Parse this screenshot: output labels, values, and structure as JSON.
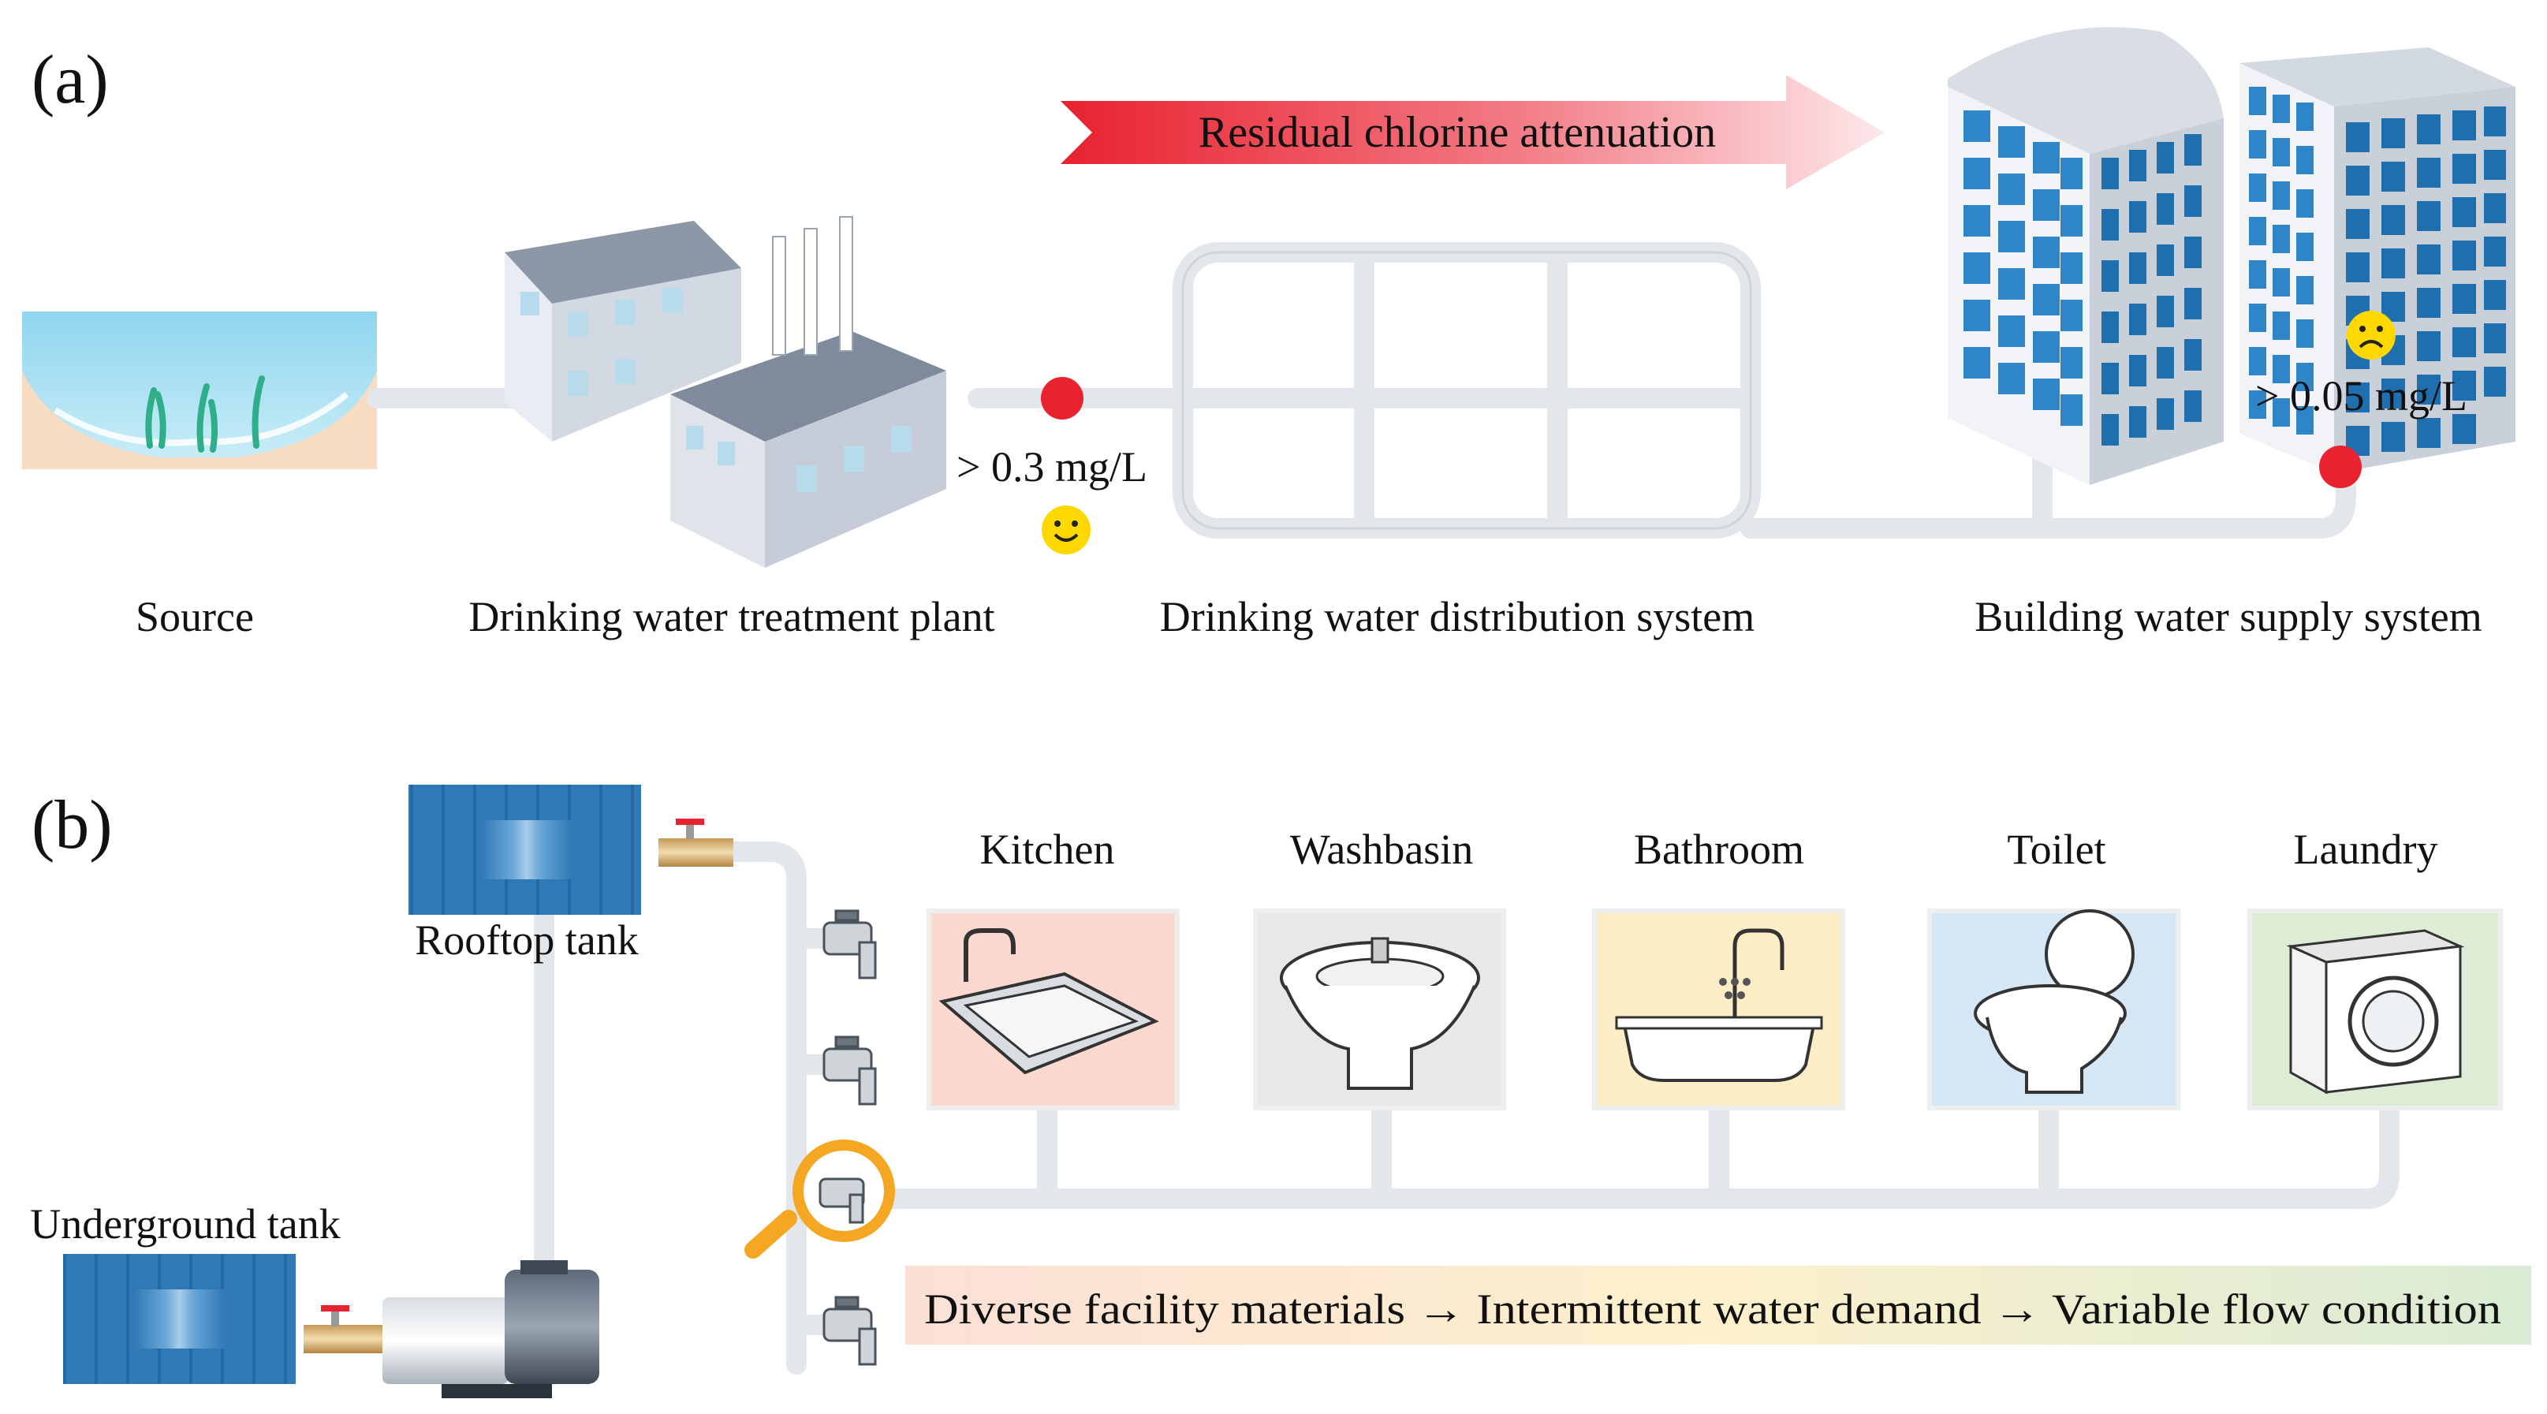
{
  "panel_a": {
    "label": "(a)",
    "arrow_label": "Residual chlorine attenuation",
    "threshold_plant": "> 0.3 mg/L",
    "threshold_building": "> 0.05 mg/L",
    "captions": {
      "source": "Source",
      "plant": "Drinking water treatment plant",
      "distribution": "Drinking water distribution system",
      "building": "Building water supply system"
    }
  },
  "panel_b": {
    "label": "(b)",
    "rooftop_tank": "Rooftop tank",
    "underground_tank": "Underground tank",
    "fixtures": {
      "kitchen": "Kitchen",
      "washbasin": "Washbasin",
      "bathroom": "Bathroom",
      "toilet": "Toilet",
      "laundry": "Laundry"
    },
    "flow_chain": "Diverse facility materials → Intermittent water demand → Variable flow condition"
  },
  "colors": {
    "red_dot": "#e8222f",
    "smiley": "#ffd800",
    "pipe": "#e3e6ea",
    "tank_blue": "#2f79b6",
    "window_blue": "#2e86c8",
    "kitchen_bg": "#fbd9cf",
    "washbasin_bg": "#e8e8e8",
    "bathroom_bg": "#fdeec7",
    "toilet_bg": "#d5e6f4",
    "laundry_bg": "#dcecd5"
  },
  "icons": [
    "smiley-happy-icon",
    "smiley-sad-icon",
    "tap-icon",
    "magnifier-icon",
    "pump-icon",
    "valve-icon"
  ]
}
